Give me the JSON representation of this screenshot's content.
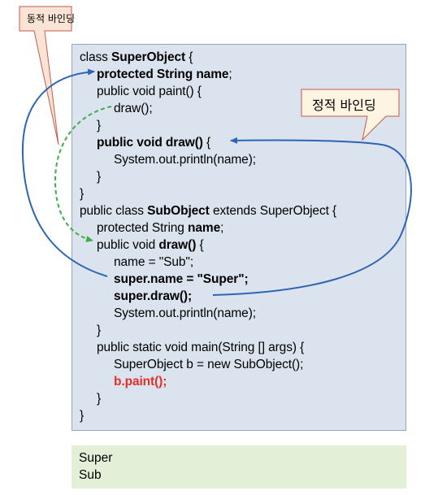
{
  "callouts": {
    "dynamic_binding": "동적 바인딩",
    "static_binding": "정적 바인딩"
  },
  "code": [
    {
      "indent": 0,
      "parts": [
        {
          "t": "class "
        },
        {
          "t": "SuperObject",
          "s": "b"
        },
        {
          "t": " {"
        }
      ]
    },
    {
      "indent": 1,
      "parts": [
        {
          "t": "protected String ",
          "s": "b"
        },
        {
          "t": "name",
          "s": "b"
        },
        {
          "t": ";"
        }
      ]
    },
    {
      "indent": 1,
      "parts": [
        {
          "t": "public void paint() {"
        }
      ]
    },
    {
      "indent": 2,
      "parts": [
        {
          "t": "draw();"
        }
      ]
    },
    {
      "indent": 1,
      "parts": [
        {
          "t": "}"
        }
      ]
    },
    {
      "indent": 1,
      "parts": [
        {
          "t": "public void draw()",
          "s": "b"
        },
        {
          "t": " {"
        }
      ]
    },
    {
      "indent": 2,
      "parts": [
        {
          "t": "System.out.println(name);"
        }
      ]
    },
    {
      "indent": 1,
      "parts": [
        {
          "t": "}"
        }
      ]
    },
    {
      "indent": 0,
      "parts": [
        {
          "t": "}"
        }
      ]
    },
    {
      "indent": 0,
      "parts": [
        {
          "t": "public class "
        },
        {
          "t": "SubObject",
          "s": "b"
        },
        {
          "t": " extends SuperObject {"
        }
      ]
    },
    {
      "indent": 1,
      "parts": [
        {
          "t": "protected String "
        },
        {
          "t": "name",
          "s": "b"
        },
        {
          "t": ";"
        }
      ]
    },
    {
      "indent": 1,
      "parts": [
        {
          "t": "public void "
        },
        {
          "t": "draw()",
          "s": "b"
        },
        {
          "t": " {"
        }
      ]
    },
    {
      "indent": 2,
      "parts": [
        {
          "t": "name = \"Sub\";"
        }
      ]
    },
    {
      "indent": 2,
      "parts": [
        {
          "t": "super.name = \"Super\";",
          "s": "b"
        }
      ]
    },
    {
      "indent": 2,
      "parts": [
        {
          "t": "super.draw();",
          "s": "b"
        }
      ]
    },
    {
      "indent": 2,
      "parts": [
        {
          "t": "System.out.println(name);"
        }
      ]
    },
    {
      "indent": 1,
      "parts": [
        {
          "t": "}"
        }
      ]
    },
    {
      "indent": 1,
      "parts": [
        {
          "t": "public static void main(String [] args) {"
        }
      ]
    },
    {
      "indent": 2,
      "parts": [
        {
          "t": "SuperObject b = new SubObject();"
        }
      ]
    },
    {
      "indent": 2,
      "parts": [
        {
          "t": "b.paint();",
          "s": "red"
        }
      ]
    },
    {
      "indent": 1,
      "parts": [
        {
          "t": "}"
        }
      ]
    },
    {
      "indent": 0,
      "parts": [
        {
          "t": "}"
        }
      ]
    }
  ],
  "output": [
    "Super",
    "Sub"
  ],
  "colors": {
    "code_bg": "#dae3ee",
    "output_bg": "#e4efd8",
    "blue_arrow": "#2e64b4",
    "green_arrow": "#3fae49",
    "callout_dynamic_fill": "#fbe4d5",
    "callout_static_fill": "#fdf4e1",
    "callout_border": "#c55a4a",
    "highlight_red": "#e0302a"
  }
}
